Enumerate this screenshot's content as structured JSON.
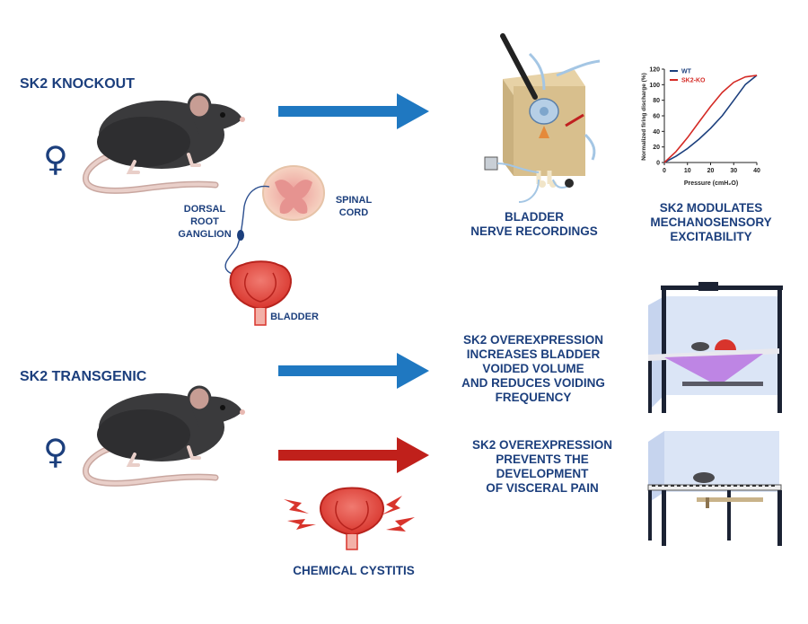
{
  "top": {
    "heading": "SK2 KNOCKOUT",
    "female_symbol": "♀",
    "anatomy": {
      "dorsal_root_ganglion": [
        "DORSAL",
        "ROOT",
        "GANGLION"
      ],
      "spinal_cord": [
        "SPINAL",
        "CORD"
      ],
      "bladder": "BLADDER"
    },
    "recordings_caption": [
      "BLADDER",
      "NERVE RECORDINGS"
    ],
    "result_caption": [
      "SK2 MODULATES",
      "MECHANOSENSORY",
      "EXCITABILITY"
    ]
  },
  "bottom": {
    "heading": "SK2 TRANSGENIC",
    "female_symbol": "♀",
    "voiding_caption": [
      "SK2 OVEREXPRESSION",
      "INCREASES BLADDER",
      "VOIDED VOLUME",
      "AND REDUCES VOIDING",
      "FREQUENCY"
    ],
    "pain_caption": [
      "SK2 OVEREXPRESSION",
      "PREVENTS THE",
      "DEVELOPMENT",
      "OF VISCERAL PAIN"
    ],
    "cystitis_label": "CHEMICAL CYSTITIS"
  },
  "colors": {
    "text": "#1c3f7d",
    "blue_arrow": "#1f78c1",
    "red_arrow": "#c0201b",
    "wt_line": "#1c3f7d",
    "ko_line": "#d42a25"
  },
  "chart_data": {
    "type": "line",
    "xlabel": "Pressure (cmH₂O)",
    "ylabel": "Normalized firing discharge (%)",
    "xlim": [
      0,
      40
    ],
    "ylim": [
      0,
      120
    ],
    "xticks": [
      "0",
      "10",
      "20",
      "30",
      "40"
    ],
    "yticks": [
      "0",
      "20",
      "40",
      "60",
      "80",
      "100",
      "120"
    ],
    "legend_position": "top-left",
    "series": [
      {
        "name": "WT",
        "x": [
          0,
          5,
          10,
          15,
          20,
          25,
          30,
          35,
          40
        ],
        "y": [
          0,
          8,
          18,
          30,
          44,
          60,
          80,
          100,
          112
        ]
      },
      {
        "name": "SK2-KO",
        "x": [
          0,
          5,
          10,
          15,
          20,
          25,
          30,
          35,
          40
        ],
        "y": [
          0,
          14,
          32,
          52,
          72,
          90,
          103,
          110,
          112
        ]
      }
    ]
  }
}
